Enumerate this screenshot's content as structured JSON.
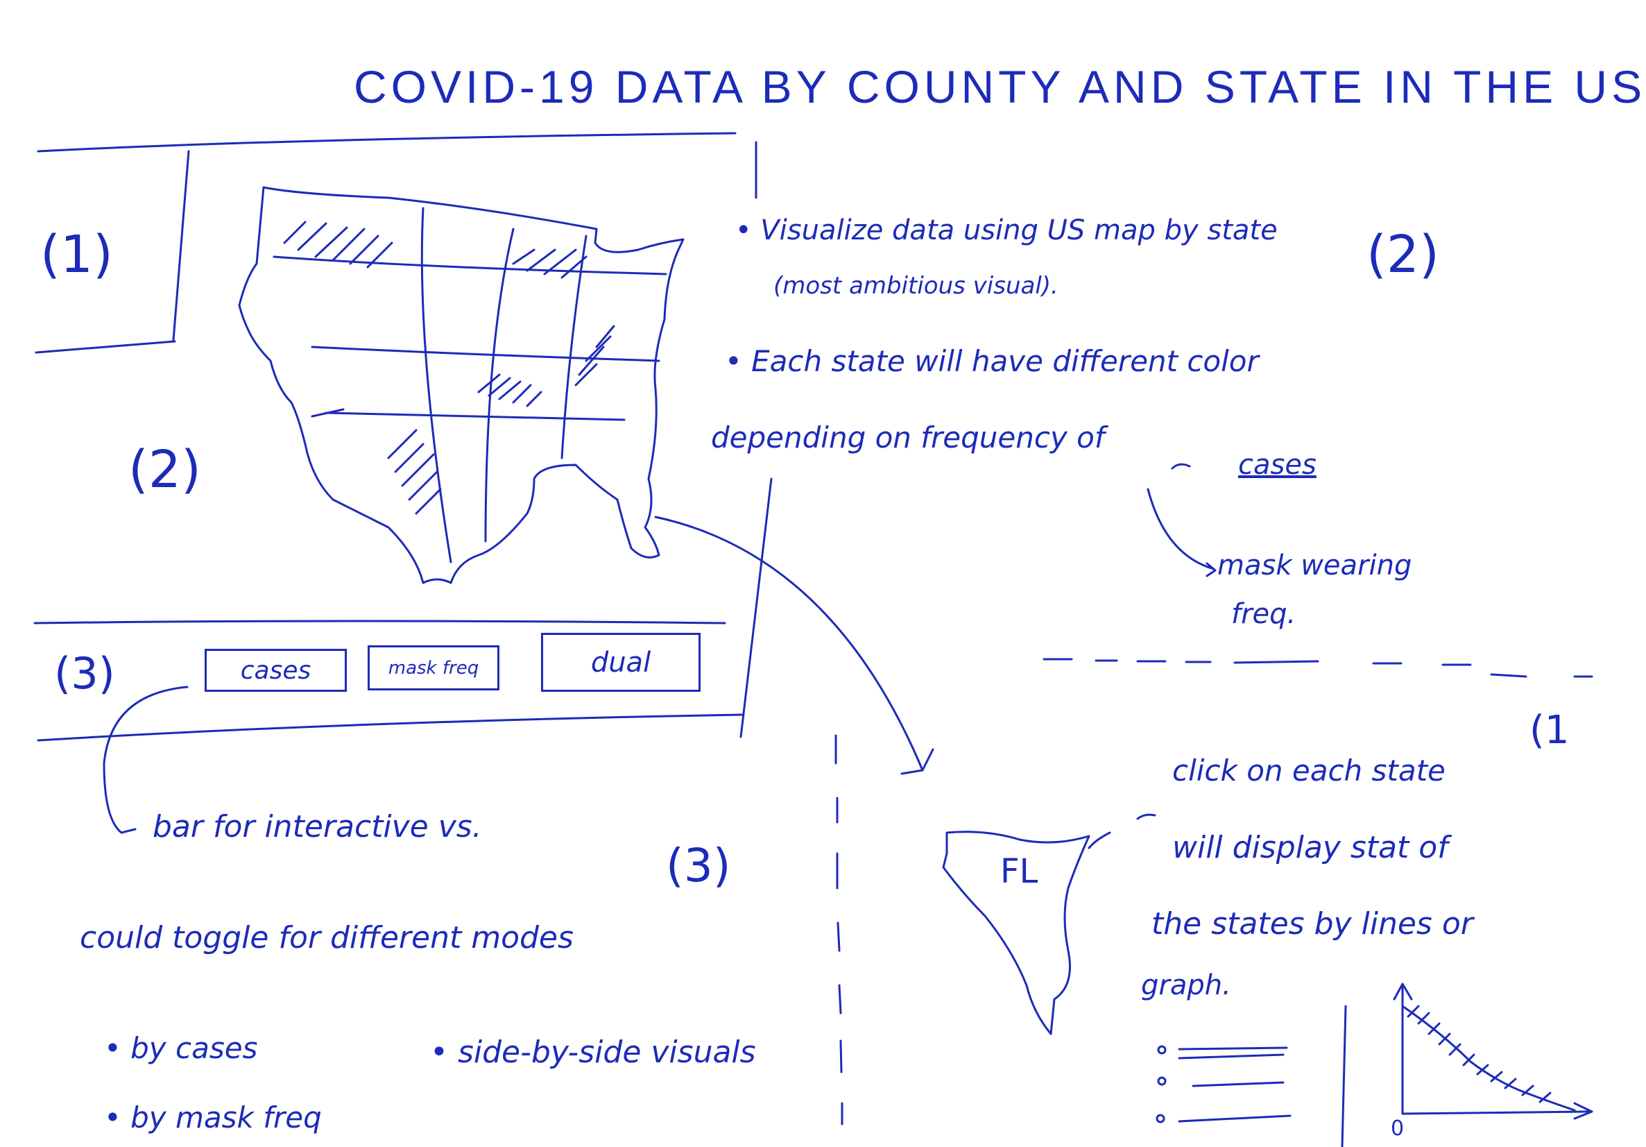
{
  "title": "COVID-19 DATA BY COUNTY AND STATE IN THE US",
  "labels": {
    "section1": "(1)",
    "section2": "(2)",
    "section3": "(3)",
    "section2_right": "(2)",
    "section3_lower": "(3)",
    "section1_right": "(1"
  },
  "notes_right": {
    "line1": "• Visualize data using US map by state",
    "line2": "(most ambitious visual).",
    "line3": "• Each state will have different color",
    "line4": "depending on frequency of",
    "cases": "cases",
    "mask": "mask wearing",
    "freq": "freq."
  },
  "buttons": {
    "cases": "cases",
    "mask_freq": "mask freq",
    "dual": "dual"
  },
  "notes_lower": {
    "bar": "bar for interactive vs.",
    "toggle": "could toggle for different modes",
    "by_cases": "• by cases",
    "by_mask": "• by mask freq",
    "side": "• side-by-side visuals"
  },
  "detail": {
    "state_label": "FL",
    "click1": "click on each state",
    "click2": "will display stat of",
    "click3": "the states by lines or",
    "click4": "graph.",
    "axis_zero": "0"
  },
  "colors": {
    "ink": "#1c2bb8",
    "paper": "#ffffff"
  }
}
